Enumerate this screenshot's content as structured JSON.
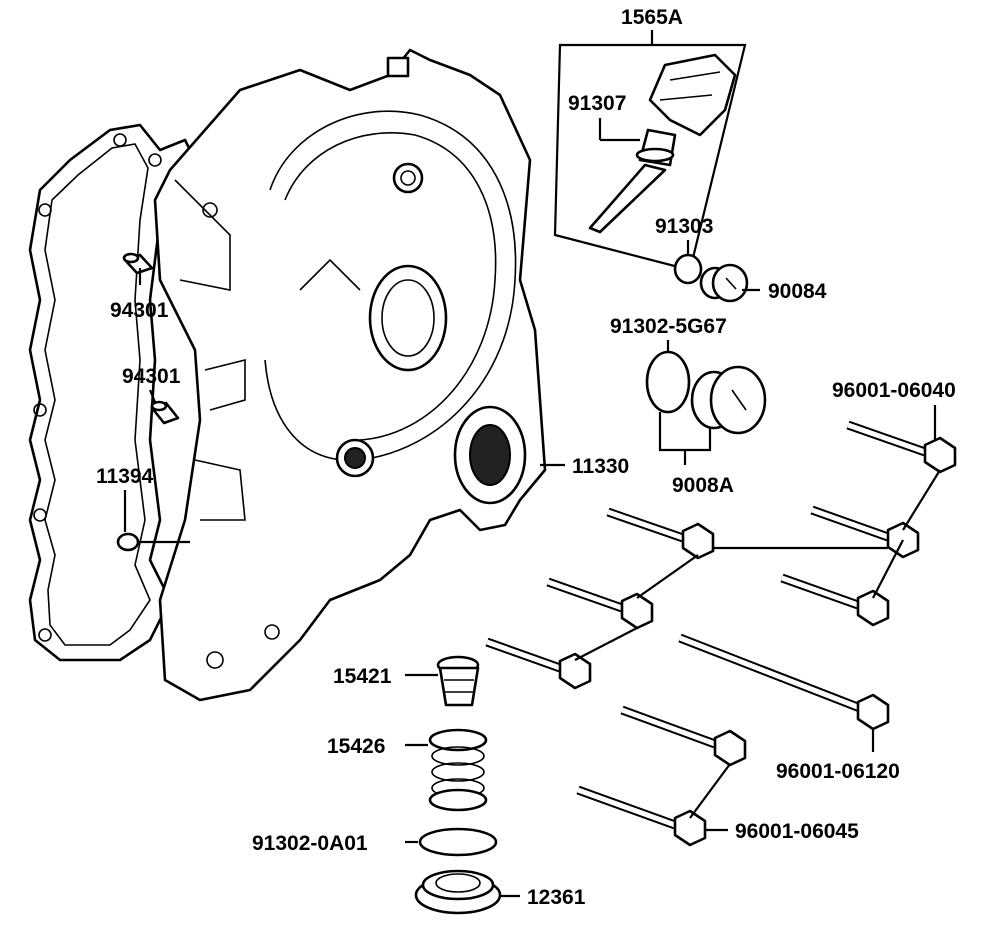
{
  "diagram": {
    "labels": {
      "kit_1565A": "1565A",
      "p91307": "91307",
      "p91303": "91303",
      "p90084": "90084",
      "p91302_5G67": "91302-5G67",
      "p9008A": "9008A",
      "p94301_a": "94301",
      "p94301_b": "94301",
      "p11394": "11394",
      "p11330": "11330",
      "p96001_06040": "96001-06040",
      "p96001_06120": "96001-06120",
      "p96001_06045": "96001-06045",
      "p15421": "15421",
      "p15426": "15426",
      "p91302_0A01": "91302-0A01",
      "p12361": "12361"
    }
  }
}
